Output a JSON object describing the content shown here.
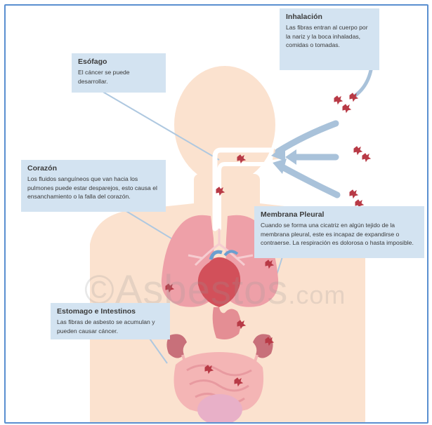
{
  "callouts": {
    "inhalacion": {
      "title": "Inhalación",
      "text": "Las fibras entran al cuerpo por la nariz y la boca inhaladas, comidas o tomadas."
    },
    "esofago": {
      "title": "Esófago",
      "text": "El cáncer se puede desarrollar."
    },
    "corazon": {
      "title": "Corazón",
      "text": "Los fluidos sanguíneos que van hacia los pulmones puede estar desparejos, esto causa el ensanchamiento o la falla del corazón."
    },
    "membrana": {
      "title": "Membrana Pleural",
      "text": "Cuando se forma una cicatriz en algún tejido de la membrana pleural, este es incapaz de expandirse o contraerse. La respiración es dolorosa o hasta imposible."
    },
    "estomago": {
      "title": "Estomago e Intestinos",
      "text": "Las fibras de asbesto se acumulan y pueden causar cáncer."
    }
  },
  "watermark": {
    "brand": "Asbestos",
    "suffix": ".com",
    "symbol": "©"
  },
  "colors": {
    "frame_border": "#5a8fd0",
    "callout_bg": "#d3e3f1",
    "body_silhouette": "#fbe2cf",
    "lungs": "#eea0a8",
    "heart": "#d2505a",
    "airway": "#ffffff",
    "arrow": "#a9c2da",
    "leader_line": "#aec8e0",
    "fiber": "#b83a46",
    "kidney": "#c8707a",
    "intestine": "#f4b5b5",
    "stomach": "#e48e94",
    "bladder": "#e8b0c8"
  }
}
